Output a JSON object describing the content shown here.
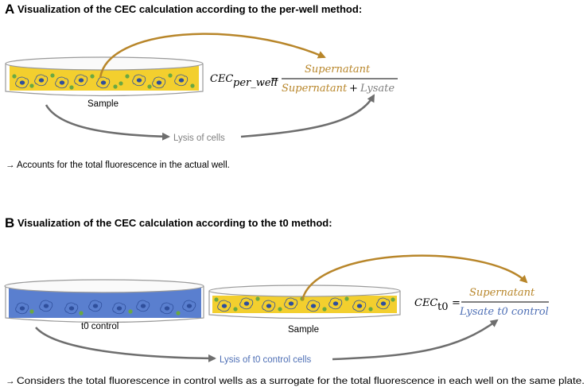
{
  "colors": {
    "supernatant": "#b8862a",
    "lysate": "#7f7f7f",
    "t0_blue": "#4e6fb5",
    "dish_yellow": "#f3cf2e",
    "dish_blue": "#5a7fcf",
    "cell_green": "#6aa842",
    "nucleus": "#2f4f9c",
    "arrow_gray": "#6e6e6e"
  },
  "panel_a": {
    "letter": "A",
    "title": "Visualization of the CEC calculation according to the per-well method:",
    "dish_label": "Sample",
    "lysis_label": "Lysis of cells",
    "formula": {
      "lhs_main": "CEC",
      "lhs_sub": "per_well",
      "equals": "=",
      "numerator": "Supernatant",
      "denominator_a": "Supernatant",
      "plus": "+",
      "denominator_b": "Lysate"
    },
    "note_arrow": "→",
    "note": "Accounts for the total fluorescence in the actual well."
  },
  "panel_b": {
    "letter": "B",
    "title": "Visualization of the CEC calculation according to the t0 method:",
    "control_label": "t0 control",
    "sample_label": "Sample",
    "lysis_label": "Lysis of t0 control cells",
    "formula": {
      "lhs_main": "CEC",
      "lhs_sub": "t0",
      "equals": "=",
      "numerator": "Supernatant",
      "denominator": "Lysate t0 control"
    },
    "note_arrow": "→",
    "note": "Considers the total fluorescence in control wells as a surrogate for the total fluorescence in each well on the same plate."
  }
}
